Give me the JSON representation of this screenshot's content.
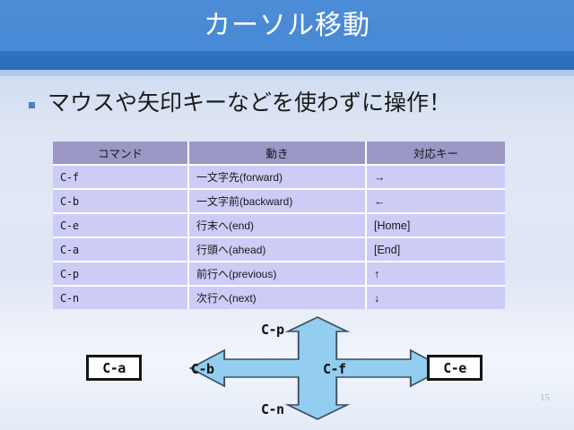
{
  "slide": {
    "title": "カーソル移動",
    "page_number": "15",
    "bullet": {
      "marker": "square-bullet",
      "text": "マウスや矢印キーなどを使わずに操作！"
    }
  },
  "table": {
    "headers": [
      "コマンド",
      "動き",
      "対応キー"
    ],
    "rows": [
      {
        "command": "C-f",
        "movement": "一文字先(forward)",
        "key": "→"
      },
      {
        "command": "C-b",
        "movement": "一文字前(backward)",
        "key": "←"
      },
      {
        "command": "C-e",
        "movement": "行末へ(end)",
        "key": "[Home]"
      },
      {
        "command": "C-a",
        "movement": "行頭へ(ahead)",
        "key": "[End]"
      },
      {
        "command": "C-p",
        "movement": "前行へ(previous)",
        "key": "↑"
      },
      {
        "command": "C-n",
        "movement": "次行へ(next)",
        "key": "↓"
      }
    ]
  },
  "diagram": {
    "left_node": "C-a",
    "right_node": "C-e",
    "up_label": "C-p",
    "down_label": "C-n",
    "left_label": "C-b",
    "right_label": "C-f"
  },
  "colors": {
    "title_band": "#4a8ad4",
    "title_stripe": "#2f73c2",
    "title_underband": "#b2c9ea",
    "table_header_bg": "#9b98c6",
    "table_cell_bg": "#ccccf7",
    "arrow_fill": "#93cdf0",
    "arrow_stroke": "#3d4f63",
    "bullet_marker": "#4a7fc1",
    "page_number": "#9fb2cf"
  }
}
